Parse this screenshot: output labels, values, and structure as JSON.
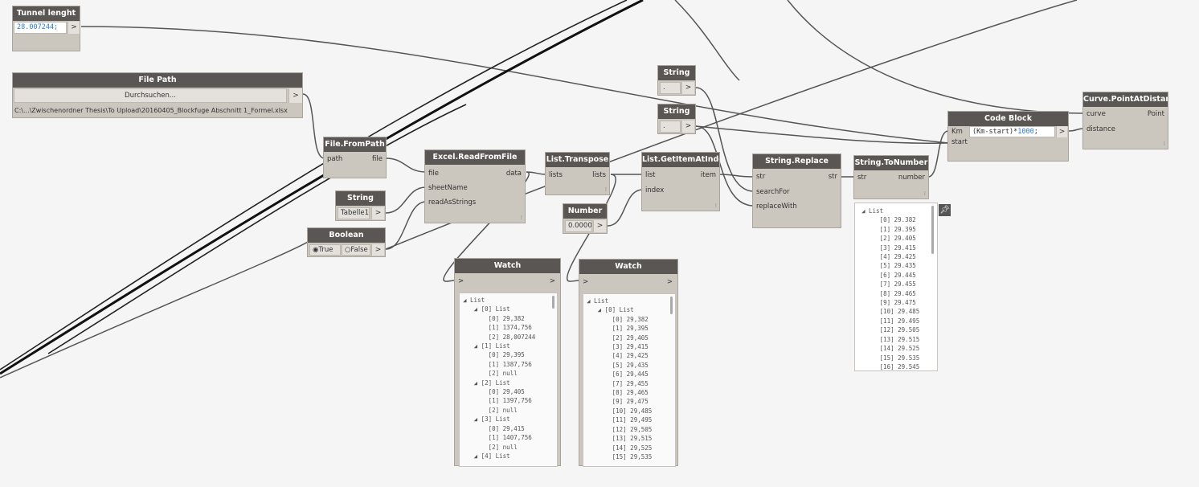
{
  "nodes": {
    "tunnel": {
      "title": "Tunnel lenght",
      "code": "28.007244;",
      "out": ">"
    },
    "filepath": {
      "title": "File Path",
      "button": "Durchsuchen...",
      "path": "C:\\...\\Zwischenordner Thesis\\To Upload\\20160405_Blockfuge Abschnitt 1_Formel.xlsx",
      "out": ">"
    },
    "fromfile": {
      "title": "File.FromPath",
      "in": "path",
      "out": "file"
    },
    "string_tab": {
      "title": "String",
      "value": "Tabelle1",
      "out": ">"
    },
    "boolean": {
      "title": "Boolean",
      "true_label": "True",
      "false_label": "False",
      "out": ">"
    },
    "excel": {
      "title": "Excel.ReadFromFile",
      "in1": "file",
      "in2": "sheetName",
      "in3": "readAsStrings",
      "out": "data"
    },
    "transpose": {
      "title": "List.Transpose",
      "in": "lists",
      "out": "lists"
    },
    "number": {
      "title": "Number",
      "value": "0.0000",
      "out": ">"
    },
    "getitem": {
      "title": "List.GetItemAtIndex",
      "in1": "list",
      "in2": "index",
      "out": "item"
    },
    "string1": {
      "title": "String",
      "value": ".",
      "out": ">"
    },
    "string2": {
      "title": "String",
      "value": ".",
      "out": ">"
    },
    "replace": {
      "title": "String.Replace",
      "in1": "str",
      "in2": "searchFor",
      "in3": "replaceWith",
      "out": "str"
    },
    "tonumber": {
      "title": "String.ToNumber",
      "in": "str",
      "out": "number"
    },
    "codeblock": {
      "title": "Code Block",
      "in1": "Km",
      "in2": "start",
      "code_a": "(Km-start)*",
      "code_b": "1000",
      "code_c": ";",
      "out": ">"
    },
    "pointdist": {
      "title": "Curve.PointAtDistance",
      "in1": "curve",
      "in2": "distance",
      "out": "Point"
    },
    "watch1": {
      "title": "Watch",
      "in": ">",
      "out": ">"
    },
    "watch2": {
      "title": "Watch",
      "in": ">",
      "out": ">"
    }
  },
  "watch1_lines": [
    "◢ List",
    "   ◢ [0] List",
    "       [0] 29,382",
    "       [1] 1374,756",
    "       [2] 28,007244",
    "   ◢ [1] List",
    "       [0] 29,395",
    "       [1] 1387,756",
    "       [2] null",
    "   ◢ [2] List",
    "       [0] 29,405",
    "       [1] 1397,756",
    "       [2] null",
    "   ◢ [3] List",
    "       [0] 29,415",
    "       [1] 1407,756",
    "       [2] null",
    "   ◢ [4] List"
  ],
  "watch2_lines": [
    "◢ List",
    "   ◢ [0] List",
    "       [0] 29,382",
    "       [1] 29,395",
    "       [2] 29,405",
    "       [3] 29,415",
    "       [4] 29,425",
    "       [5] 29,435",
    "       [6] 29,445",
    "       [7] 29,455",
    "       [8] 29,465",
    "       [9] 29,475",
    "       [10] 29,485",
    "       [11] 29,495",
    "       [12] 29,505",
    "       [13] 29,515",
    "       [14] 29,525",
    "       [15] 29,535"
  ],
  "preview_lines": [
    "◢ List",
    "     [0] 29.382",
    "     [1] 29.395",
    "     [2] 29.405",
    "     [3] 29.415",
    "     [4] 29.425",
    "     [5] 29.435",
    "     [6] 29.445",
    "     [7] 29.455",
    "     [8] 29.465",
    "     [9] 29.475",
    "     [10] 29.485",
    "     [11] 29.495",
    "     [12] 29.505",
    "     [13] 29.515",
    "     [14] 29.525",
    "     [15] 29.535",
    "     [16] 29.545"
  ],
  "icons": {
    "pin": "pin-icon"
  },
  "colors": {
    "canvas": "#f5f5f5",
    "node_header": "#5a5653",
    "node_body": "#cbc6be",
    "wire": "#555555",
    "number_literal": "#2a7ad5"
  }
}
